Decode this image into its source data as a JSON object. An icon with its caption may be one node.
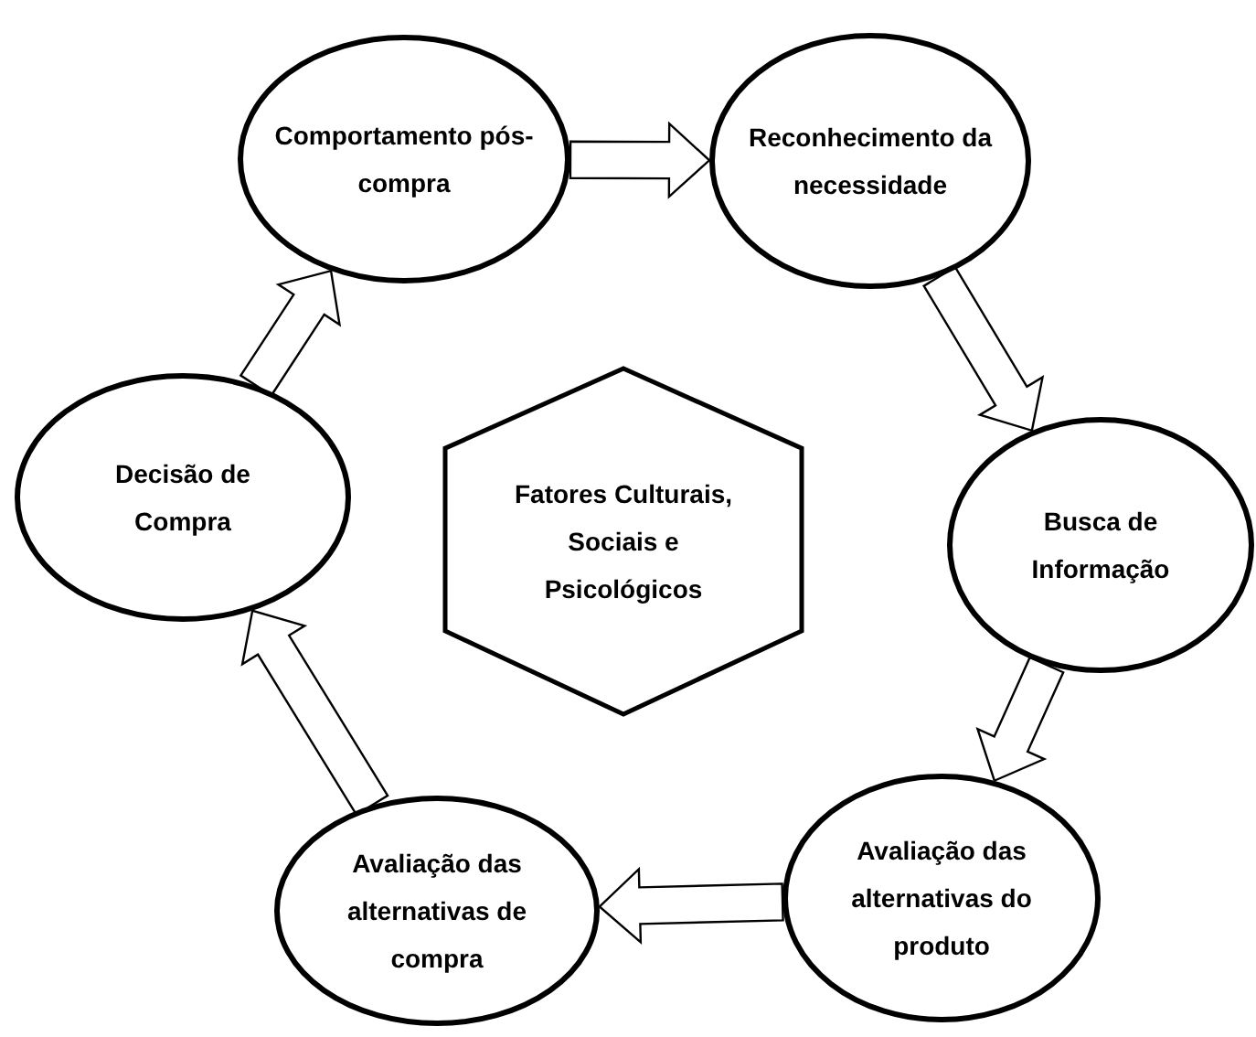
{
  "diagram": {
    "nodes": [
      {
        "text": [
          "Fatores Culturais, Sociais e Psicológicos"
        ]
      },
      {
        "text": [
          "Reconhecimento da necessidade"
        ]
      },
      {
        "text": [
          "Busca de Informação"
        ]
      },
      {
        "text": [
          "Avaliação das alternativas do produto"
        ]
      },
      {
        "text": [
          "Avaliação das alternativas de compra"
        ]
      },
      {
        "text": [
          "Decisão de Compra"
        ]
      },
      {
        "text": [
          "Comportamento pós-compra"
        ]
      }
    ],
    "edges": [
      {
        "from": 6,
        "to": 1,
        "arrow": "to"
      },
      {
        "from": 1,
        "to": 2,
        "arrow": "to"
      },
      {
        "from": 2,
        "to": 3,
        "arrow": "to"
      },
      {
        "from": 3,
        "to": 4,
        "arrow": "to"
      },
      {
        "from": 4,
        "to": 5,
        "arrow": "to"
      },
      {
        "from": 5,
        "to": 6,
        "arrow": "to"
      }
    ]
  }
}
